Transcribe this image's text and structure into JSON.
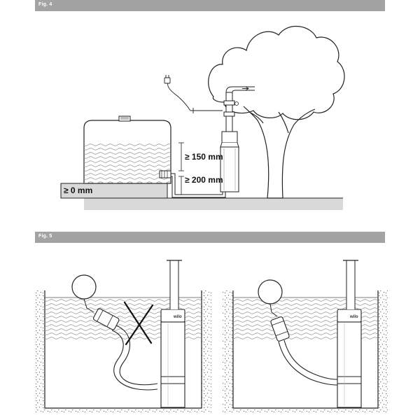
{
  "figures": [
    {
      "label": "Fig. 4"
    },
    {
      "label": "Fig. 5"
    }
  ],
  "dimensions": {
    "top_clearance": "≥ 150 mm",
    "bottom_clearance": "≥ 200 mm",
    "ground_level": "≥ 0 mm"
  },
  "brand": "wilo",
  "colors": {
    "bar": "#a3a3a3",
    "line": "#222222",
    "water": "#8a8a8a",
    "ground": "#d9d9d9"
  },
  "icons": {
    "wrong_mark": "cross-icon",
    "flow_direction": "arrow-right-icon"
  }
}
